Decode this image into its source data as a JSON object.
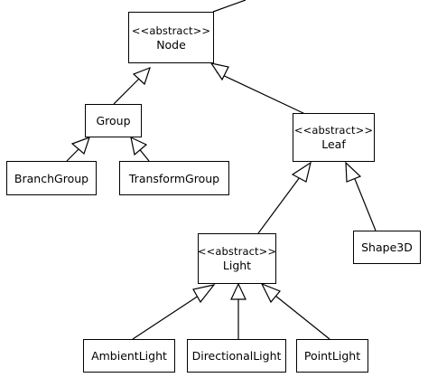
{
  "diagram": {
    "nodes": {
      "node": {
        "stereotype": "<<abstract>>",
        "name": "Node"
      },
      "group": {
        "name": "Group"
      },
      "leaf": {
        "stereotype": "<<abstract>>",
        "name": "Leaf"
      },
      "branch_group": {
        "name": "BranchGroup"
      },
      "transform_group": {
        "name": "TransformGroup"
      },
      "light": {
        "stereotype": "<<abstract>>",
        "name": "Light"
      },
      "shape3d": {
        "name": "Shape3D"
      },
      "ambient_light": {
        "name": "AmbientLight"
      },
      "directional_light": {
        "name": "DirectionalLight"
      },
      "point_light": {
        "name": "PointLight"
      }
    },
    "relations": [
      {
        "from": "Group",
        "to": "Node",
        "type": "generalization"
      },
      {
        "from": "Leaf",
        "to": "Node",
        "type": "generalization"
      },
      {
        "from": "BranchGroup",
        "to": "Group",
        "type": "generalization"
      },
      {
        "from": "TransformGroup",
        "to": "Group",
        "type": "generalization"
      },
      {
        "from": "Light",
        "to": "Leaf",
        "type": "generalization"
      },
      {
        "from": "Shape3D",
        "to": "Leaf",
        "type": "generalization"
      },
      {
        "from": "AmbientLight",
        "to": "Light",
        "type": "generalization"
      },
      {
        "from": "DirectionalLight",
        "to": "Light",
        "type": "generalization"
      },
      {
        "from": "PointLight",
        "to": "Light",
        "type": "generalization"
      }
    ]
  }
}
